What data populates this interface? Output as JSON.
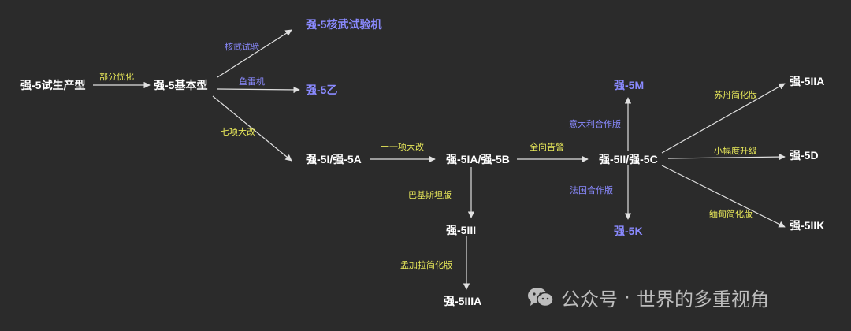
{
  "nodes": {
    "trial_production": "强-5试生产型",
    "basic": "强-5基本型",
    "nuclear_test": "强-5核武试验机",
    "yi": "强-5乙",
    "i_a": "强-5I/强-5A",
    "ia_b": "强-5IA/强-5B",
    "iii": "强-5III",
    "iiia": "强-5IIIA",
    "ii_c": "强-5II/强-5C",
    "m": "强-5M",
    "k": "强-5K",
    "iia": "强-5IIA",
    "d": "强-5D",
    "iik": "强-5IIK"
  },
  "edge_labels": {
    "partial_optimization": "部分优化",
    "nuclear_test": "核武试验",
    "torpedo": "鱼雷机",
    "seven_changes": "七项大改",
    "eleven_changes": "十一项大改",
    "omnidirectional_warning": "全向告警",
    "pakistan": "巴基斯坦版",
    "bangladesh": "孟加拉简化版",
    "italy": "意大利合作版",
    "france": "法国合作版",
    "sudan": "苏丹简化版",
    "minor_upgrade": "小幅度升级",
    "myanmar": "缅甸简化版"
  },
  "watermark": {
    "account": "公众号",
    "separator": "·",
    "name": "世界的多重视角"
  },
  "colors": {
    "background": "#2b2b2b",
    "node_text": "#ffffff",
    "variant_text": "#8a8aff",
    "label_yellow": "#e8e85a",
    "label_blue": "#8a8aff",
    "arrow": "#e0e0e0"
  }
}
